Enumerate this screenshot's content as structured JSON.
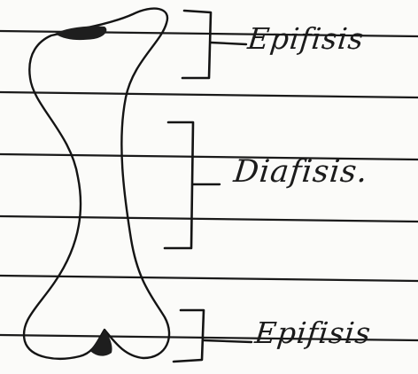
{
  "labels": {
    "top": "Epifisis",
    "middle": "Diafisis.",
    "bottom": "Epifisis"
  },
  "colors": {
    "paper": "#fbfbf9",
    "ruled_line": "#1a1a1a",
    "ink": "#141414"
  }
}
